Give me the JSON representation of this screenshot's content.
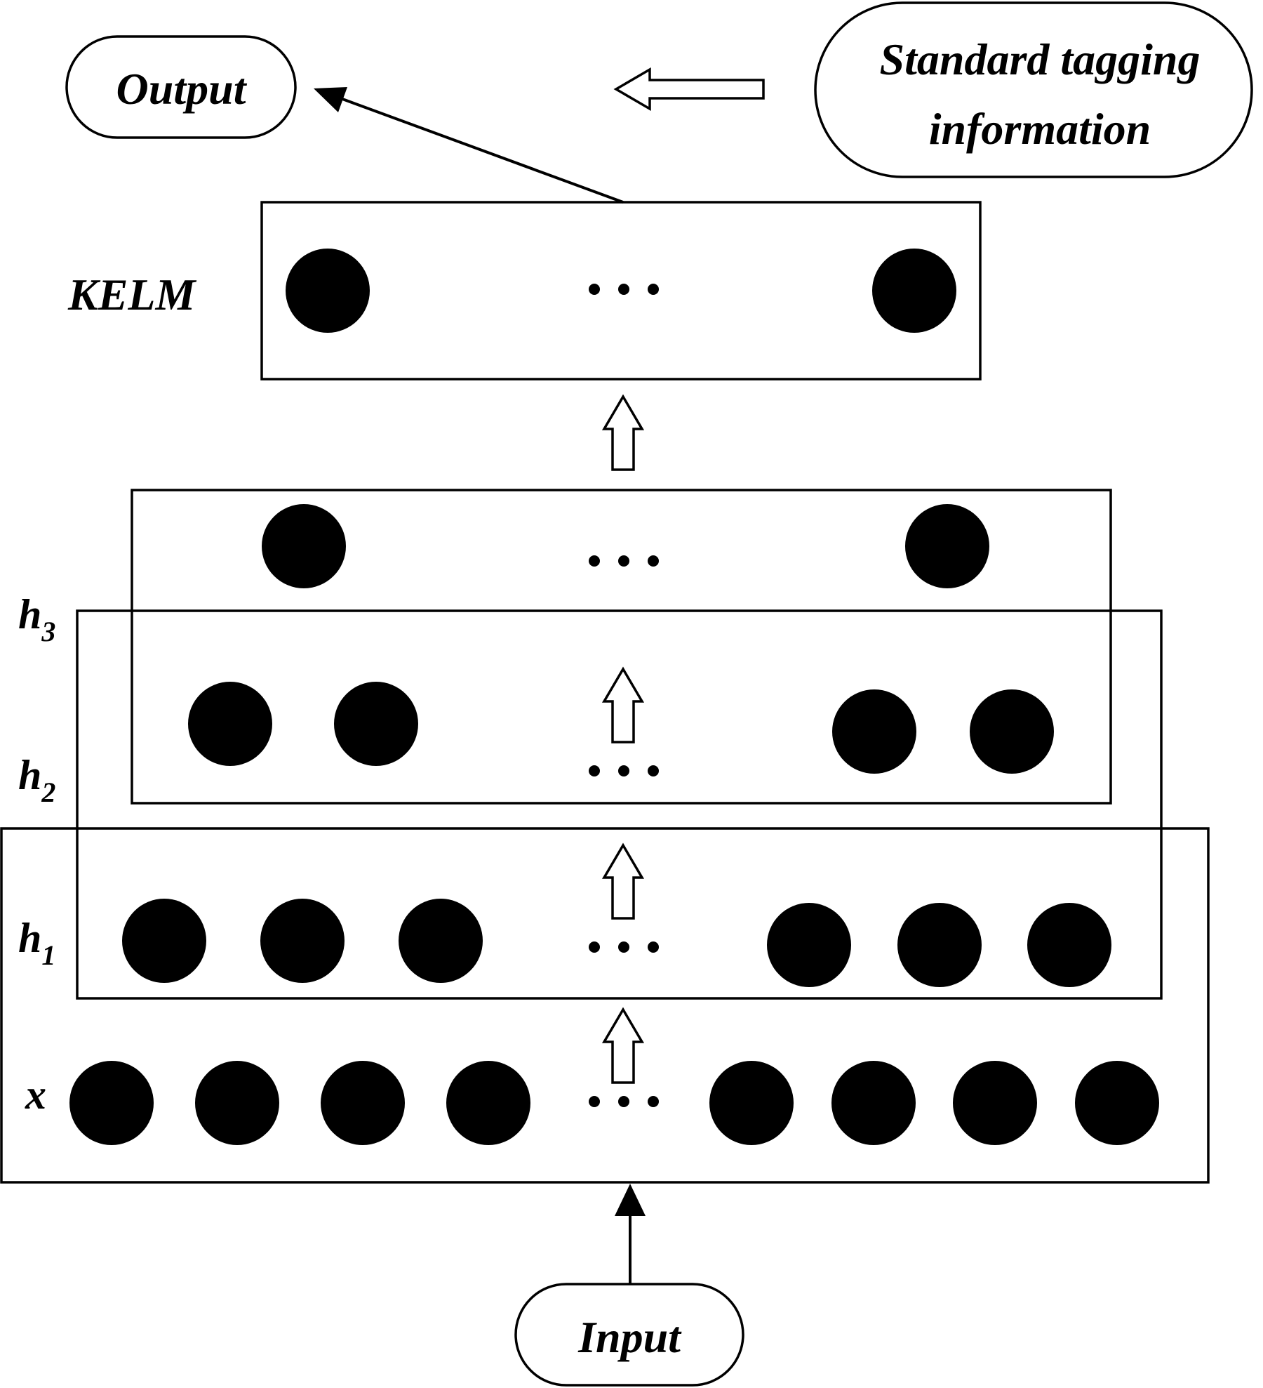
{
  "labels": {
    "output": "Output",
    "standard_line1": "Standard tagging",
    "standard_line2": "information",
    "kelm": "KELM",
    "h3_base": "h",
    "h3_sub": "3",
    "h2_base": "h",
    "h2_sub": "2",
    "h1_base": "h",
    "h1_sub": "1",
    "x": "x",
    "input": "Input"
  },
  "layers": [
    {
      "name": "KELM",
      "nodes_shown": 2
    },
    {
      "name": "h3",
      "nodes_shown": 2
    },
    {
      "name": "h2",
      "nodes_shown": 4
    },
    {
      "name": "h1",
      "nodes_shown": 6
    },
    {
      "name": "x",
      "nodes_shown": 8
    }
  ],
  "colors": {
    "stroke": "#000000",
    "fill": "#000000",
    "background": "#ffffff"
  }
}
